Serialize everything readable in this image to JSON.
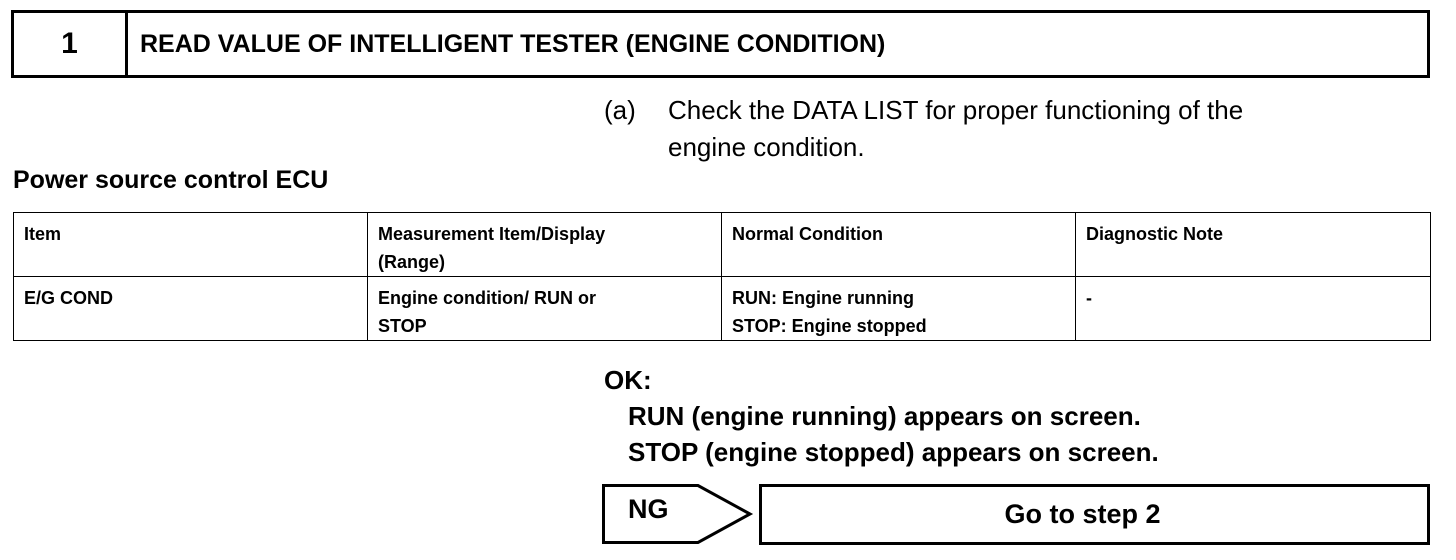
{
  "step": {
    "number": "1",
    "title": "READ VALUE OF INTELLIGENT TESTER (ENGINE CONDITION)"
  },
  "instruction": {
    "marker": "(a)",
    "line1": "Check the DATA LIST for proper functioning of the",
    "line2": "engine condition."
  },
  "section": {
    "heading": "Power source control ECU"
  },
  "table": {
    "headers": [
      "Item",
      "Measurement Item/Display",
      "(Range)",
      "Normal Condition",
      "Diagnostic Note"
    ],
    "rows": [
      {
        "item": "E/G COND",
        "measurement_line1": "Engine condition/ RUN or",
        "measurement_line2": "STOP",
        "normal_line1": "RUN: Engine running",
        "normal_line2": "STOP: Engine stopped",
        "note": "-"
      }
    ]
  },
  "ok": {
    "label": "OK:",
    "lines": [
      "RUN (engine running) appears on screen.",
      "STOP (engine stopped) appears on screen."
    ]
  },
  "ng": {
    "label": "NG",
    "goto": "Go to step 2"
  }
}
